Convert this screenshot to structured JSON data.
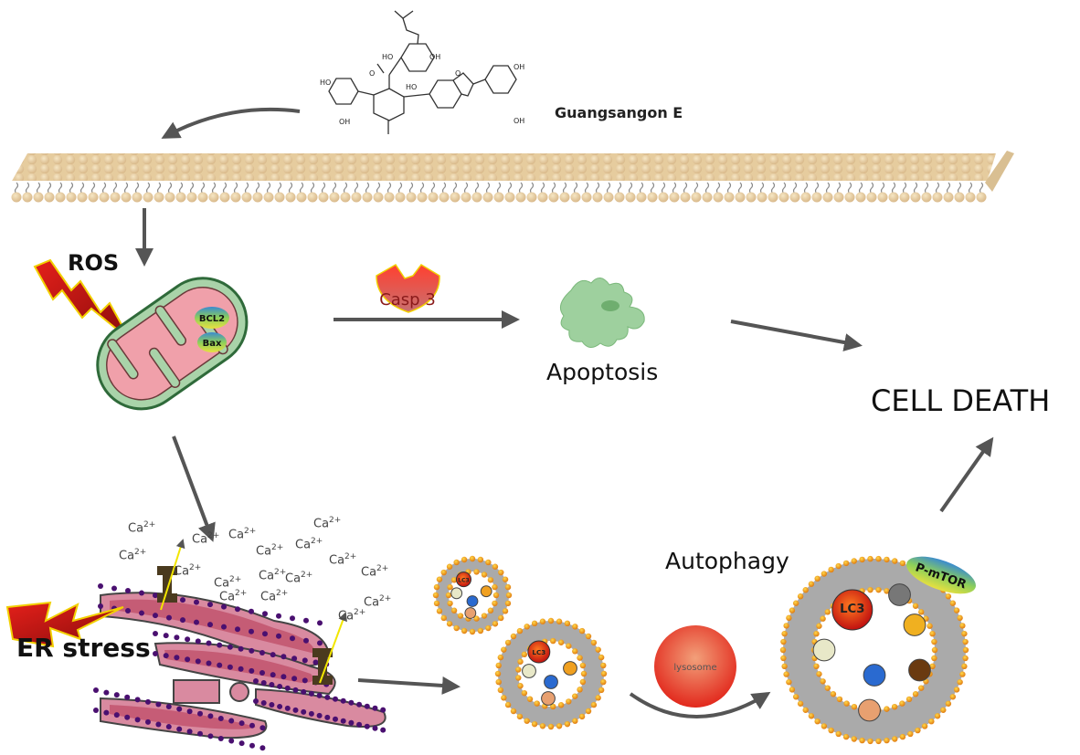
{
  "figure": {
    "compound_name": "Guangsangon E",
    "chem_labels": {
      "oh": "OH",
      "ho": "HO",
      "o": "O"
    },
    "stimuli": {
      "ros": "ROS",
      "er_stress": "ER stress"
    },
    "mitochondria_proteins": {
      "bcl2": "BCL2",
      "bax": "Bax"
    },
    "caspase": "Casp 3",
    "outcomes": {
      "apoptosis": "Apoptosis",
      "autophagy": "Autophagy",
      "cell_death": "CELL DEATH"
    },
    "autophagy_proteins": {
      "lc3": "LC3",
      "lc3_small": "LC3",
      "p_mtor": "P-mTOR",
      "lysosome": "lysosome"
    },
    "ion": {
      "symbol": "Ca",
      "charge": "2+"
    },
    "calcium_ions": [
      {
        "id": 1
      },
      {
        "id": 2
      },
      {
        "id": 3
      },
      {
        "id": 4
      },
      {
        "id": 5
      },
      {
        "id": 6
      },
      {
        "id": 7
      },
      {
        "id": 8
      },
      {
        "id": 9
      },
      {
        "id": 10
      },
      {
        "id": 11
      },
      {
        "id": 12
      },
      {
        "id": 13
      },
      {
        "id": 14
      },
      {
        "id": 15
      },
      {
        "id": 16
      },
      {
        "id": 17
      }
    ],
    "colors": {
      "arrow": "#555555",
      "membrane_head": "#e8cfa0",
      "mito_outer": "#a9d3a9",
      "mito_inner": "#f0a0aa",
      "er_fill": "#c2546e",
      "er_dot": "#4a1070",
      "bolt": "#c0161a",
      "lysosome": "#e84a30",
      "vesicle_head": "#f2a818"
    }
  }
}
